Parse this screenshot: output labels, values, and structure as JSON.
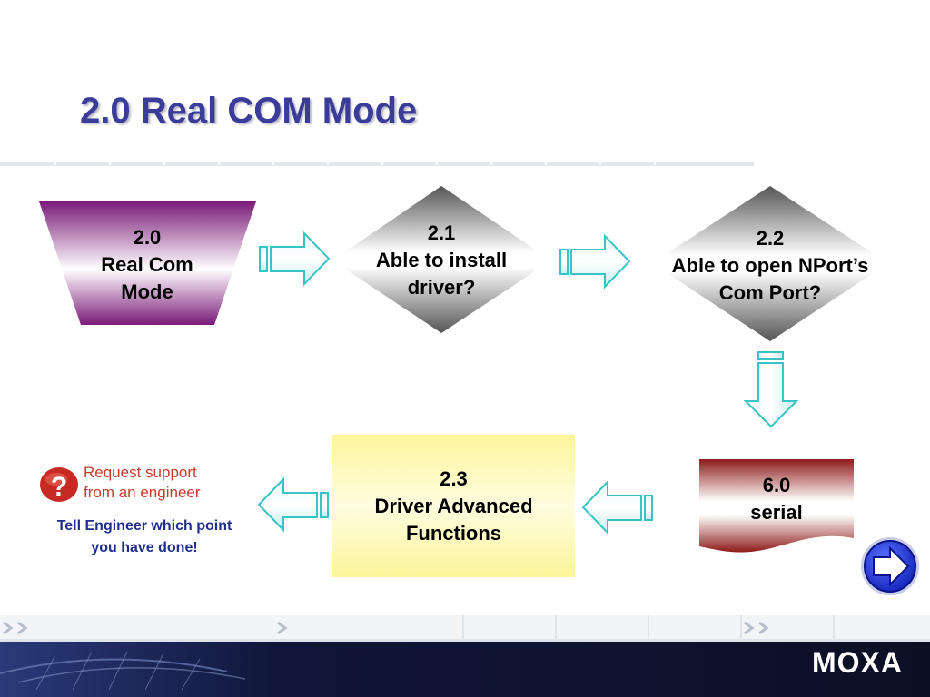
{
  "slide": {
    "title": "2.0 Real COM Mode"
  },
  "nodes": {
    "n20": [
      "2.0",
      "Real Com",
      "Mode"
    ],
    "n21": [
      "2.1",
      "Able to install",
      "driver?"
    ],
    "n22": [
      "2.2",
      "Able to open NPort’s",
      "Com Port?"
    ],
    "n23": [
      "2.3",
      "Driver Advanced",
      "Functions"
    ],
    "n60": [
      "6.0",
      "serial"
    ]
  },
  "support": {
    "label_lines": [
      "Request support",
      "from an engineer"
    ],
    "icon_glyph": "?",
    "caption_lines": [
      "Tell Engineer which point",
      "you have done!"
    ]
  },
  "footer": {
    "brand": "MOXA"
  },
  "icons": {
    "next": "next-arrow-icon",
    "support": "question-mark-icon"
  },
  "colors": {
    "title": "#3b3b9a",
    "start_shape": "#7a1a78",
    "diamond_dark": "#555555",
    "terminator": "#8e1a1a",
    "process_fill": "#fdfaa8",
    "arrow": "#39c3c4",
    "caption": "#1f2f8a"
  }
}
